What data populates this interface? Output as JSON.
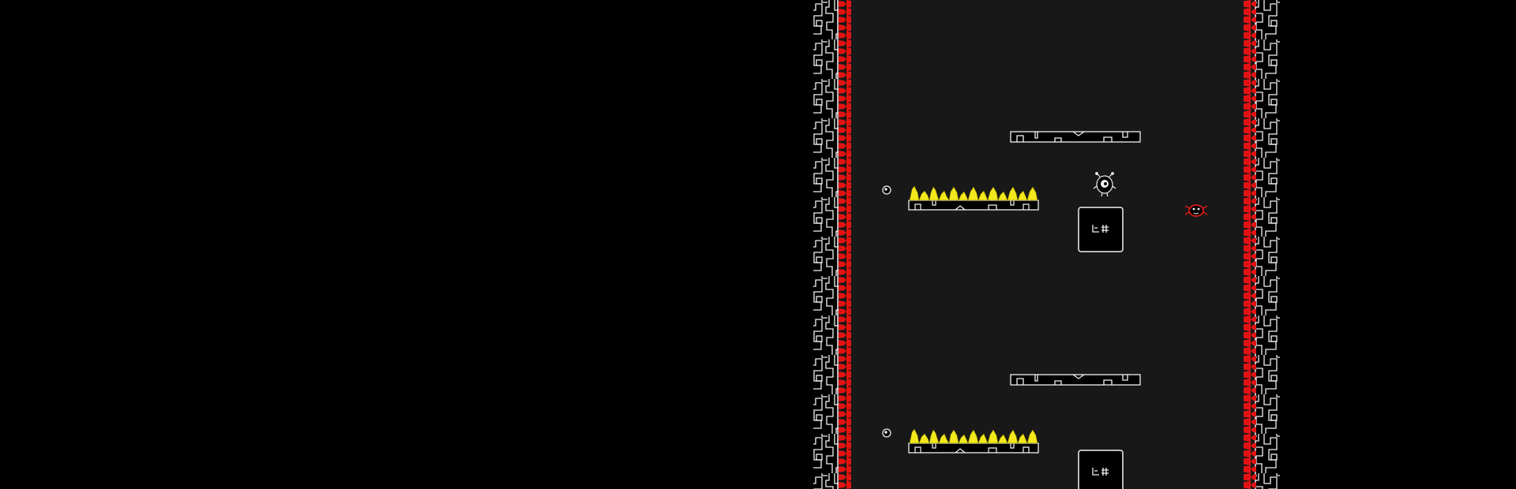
{
  "game": {
    "colors": {
      "background": "#000000",
      "shaft": "#181818",
      "wall_line": "#f2f2f2",
      "wall_spikes": "#e31212",
      "floor_spikes": "#f2e81c",
      "enemy": "#d81a1a",
      "outline": "#ffffff"
    },
    "entities": {
      "player": "one-eyed-creature",
      "enemy": "red-crawler",
      "collectible": "orb"
    },
    "repeating_segments": 2
  }
}
